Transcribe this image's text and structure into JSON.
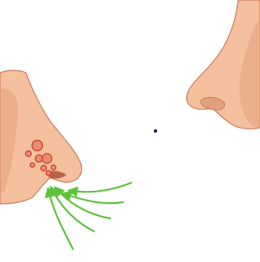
{
  "diagram": {
    "colors": {
      "skin": "#f4c09e",
      "skin_shadow": "#e3a07c",
      "skin_outline": "#c97a57",
      "nostril": "#b8644a",
      "particle_fill": "#f08a6e",
      "particle_outline": "#c0392b",
      "arrow": "#5ec23b",
      "dot": "#1f2a44"
    },
    "icons": {
      "left_nose": "nose-with-particles",
      "right_nose": "nose",
      "arrows": "inhaled-air-arrows",
      "center": "dot"
    },
    "particle_count": 8,
    "arrow_count": 5
  }
}
